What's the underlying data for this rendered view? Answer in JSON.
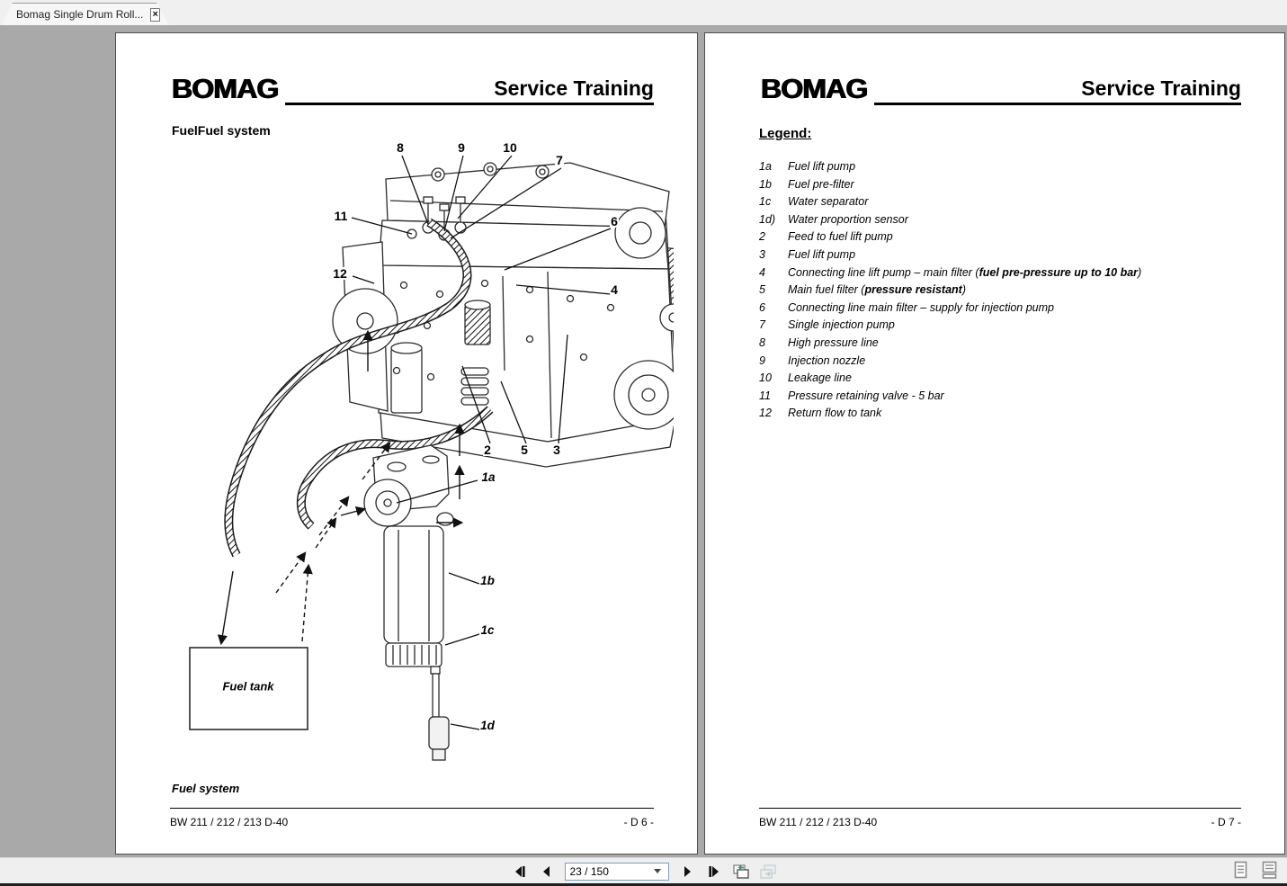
{
  "tab": {
    "title": "Bomag Single Drum Roll...",
    "close_glyph": "×"
  },
  "toolbar": {
    "page_field": "23 / 150",
    "icons": [
      "first-page",
      "previous-page",
      "next-page",
      "last-page",
      "previous-view",
      "next-view",
      "single-page-view",
      "facing-page-view"
    ]
  },
  "left_page": {
    "logo": "BOMAG",
    "header_title": "Service Training",
    "section_title": "FuelFuel system",
    "diagram": {
      "fuel_tank_label": "Fuel tank",
      "callouts": [
        "8",
        "9",
        "10",
        "7",
        "11",
        "6",
        "12",
        "4",
        "2",
        "5",
        "3",
        "1a",
        "1b",
        "1c",
        "1d"
      ]
    },
    "caption": "Fuel system",
    "footer_left": "BW 211 / 212 / 213 D-40",
    "footer_right": "- D 6 -"
  },
  "right_page": {
    "logo": "BOMAG",
    "header_title": "Service Training",
    "legend_title": "Legend:",
    "legend_items": [
      {
        "num": "1a",
        "pre": "Fuel lift pump",
        "bold": "",
        "post": ""
      },
      {
        "num": "1b",
        "pre": "Fuel pre-filter",
        "bold": "",
        "post": ""
      },
      {
        "num": "1c",
        "pre": "Water separator",
        "bold": "",
        "post": ""
      },
      {
        "num": "1d)",
        "pre": "Water proportion sensor",
        "bold": "",
        "post": ""
      },
      {
        "num": "2",
        "pre": "Feed to fuel lift pump",
        "bold": "",
        "post": ""
      },
      {
        "num": "3",
        "pre": "Fuel lift pump",
        "bold": "",
        "post": ""
      },
      {
        "num": "4",
        "pre": "Connecting line lift pump – main filter (",
        "bold": "fuel pre-pressure up to 10 bar",
        "post": ")"
      },
      {
        "num": "5",
        "pre": "Main fuel filter (",
        "bold": "pressure resistant",
        "post": ")"
      },
      {
        "num": "6",
        "pre": "Connecting line main filter – supply for injection pump",
        "bold": "",
        "post": ""
      },
      {
        "num": "7",
        "pre": "Single injection pump",
        "bold": "",
        "post": ""
      },
      {
        "num": "8",
        "pre": "High pressure line",
        "bold": "",
        "post": ""
      },
      {
        "num": "9",
        "pre": "Injection nozzle",
        "bold": "",
        "post": ""
      },
      {
        "num": "10",
        "pre": "Leakage line",
        "bold": "",
        "post": ""
      },
      {
        "num": "11",
        "pre": "Pressure retaining valve - 5 bar",
        "bold": "",
        "post": ""
      },
      {
        "num": "12",
        "pre": "Return flow to tank",
        "bold": "",
        "post": ""
      }
    ],
    "footer_left": "BW 211 / 212 / 213 D-40",
    "footer_right": "- D 7 -"
  }
}
